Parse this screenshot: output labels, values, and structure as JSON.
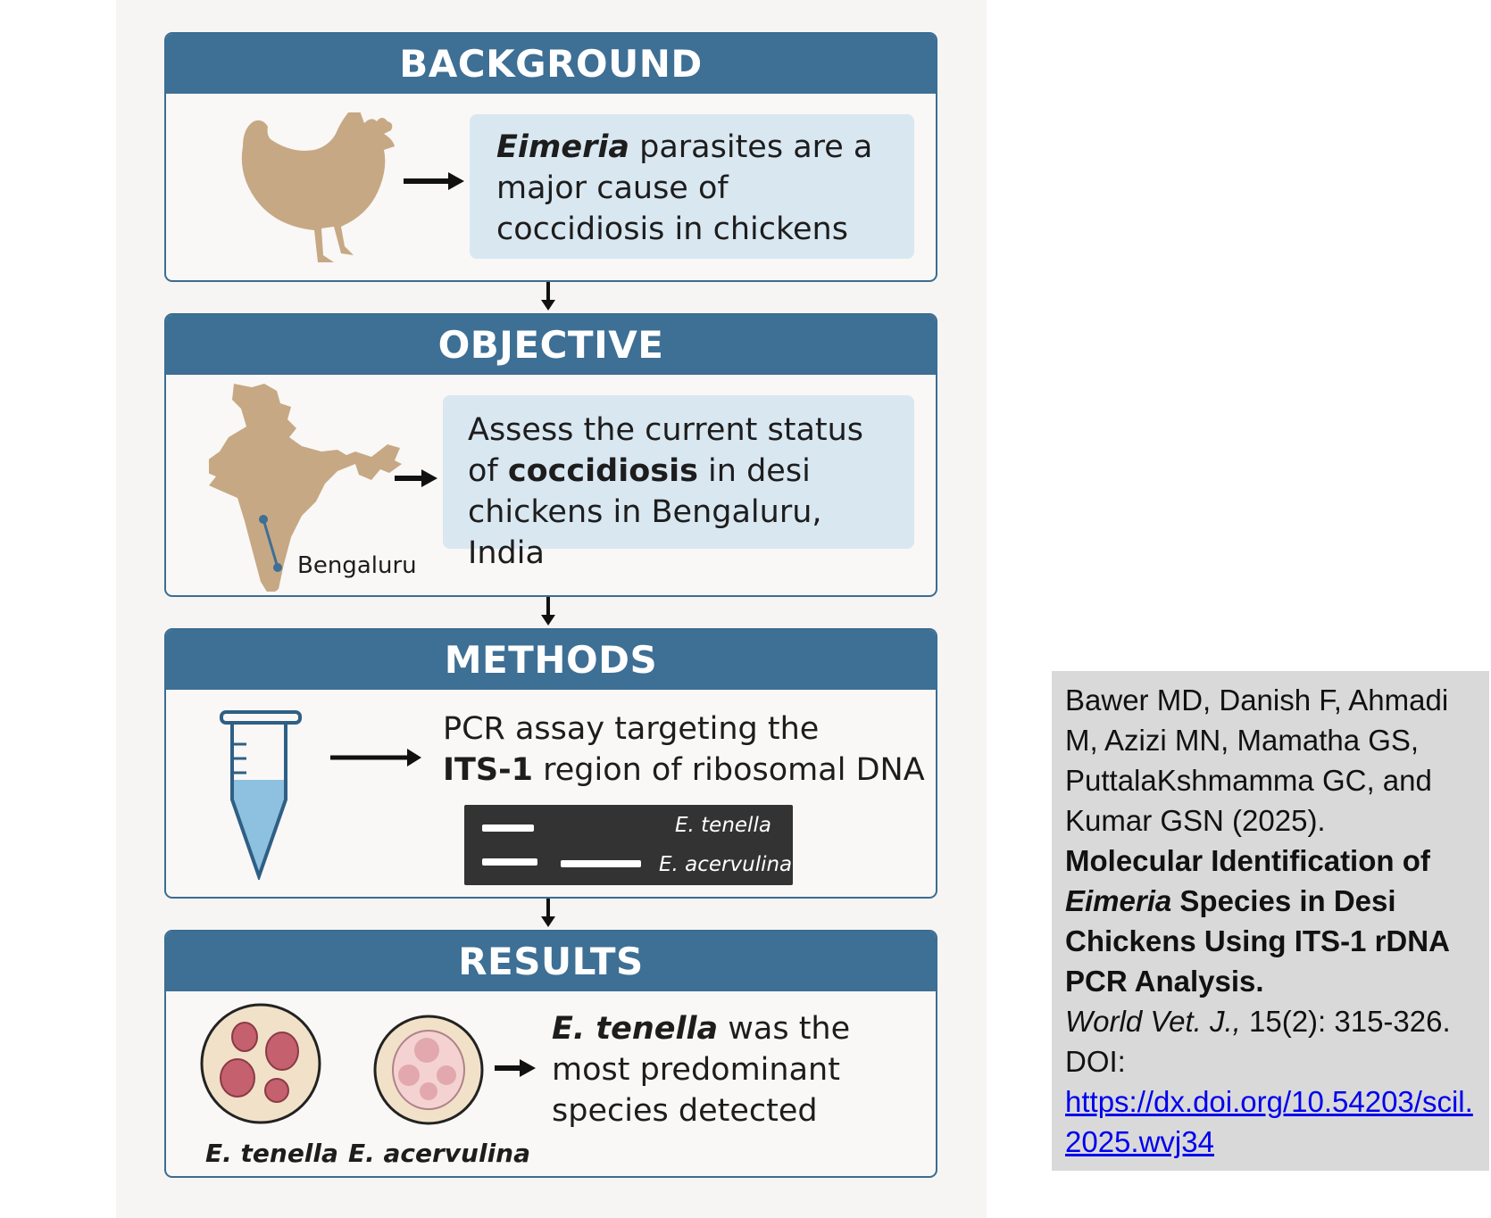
{
  "background": {
    "title": "BACKGROUND",
    "text_italic": "Eimeria",
    "text_rest": " parasites are a major cause of coccidiosis in chickens"
  },
  "objective": {
    "title": "OBJECTIVE",
    "text_a": "Assess the current status of ",
    "text_bold": "coccidiosis",
    "text_b": " in desi chickens in Bengaluru, India",
    "map_label": "Bengaluru"
  },
  "methods": {
    "title": "METHODS",
    "text_a": "PCR assay targeting the",
    "text_bold": "ITS-1",
    "text_b": " region of ribosomal DNA",
    "gel_label_1": "E. tenella",
    "gel_label_2": "E. acervulina"
  },
  "results": {
    "title": "RESULTS",
    "text_italic": "E. tenella",
    "text_rest": " was the most predominant species detected",
    "label_1": "E. tenella",
    "label_2": "E. acervulina"
  },
  "citation": {
    "authors": "Bawer MD, Danish F, Ahmadi M, Azizi MN, Mamatha GS, PuttalaKshmamma GC, and Kumar GSN (2025).",
    "title_bold_a": "Molecular Identification of ",
    "title_italic": "Eimeria",
    "title_bold_b": " Species in Desi Chickens Using ITS-1 rDNA PCR Analysis.",
    "journal_italic": "World Vet. J.,",
    "journal_rest": " 15(2): 315-326.",
    "doi_label": "DOI:",
    "doi_url": "https://dx.doi.org/10.54203/scil.2025.wvj34"
  },
  "colors": {
    "header": "#3e6f95",
    "textbox": "#d9e7f1",
    "silhouette": "#c7a884",
    "citation_bg": "#d9d9d9"
  }
}
